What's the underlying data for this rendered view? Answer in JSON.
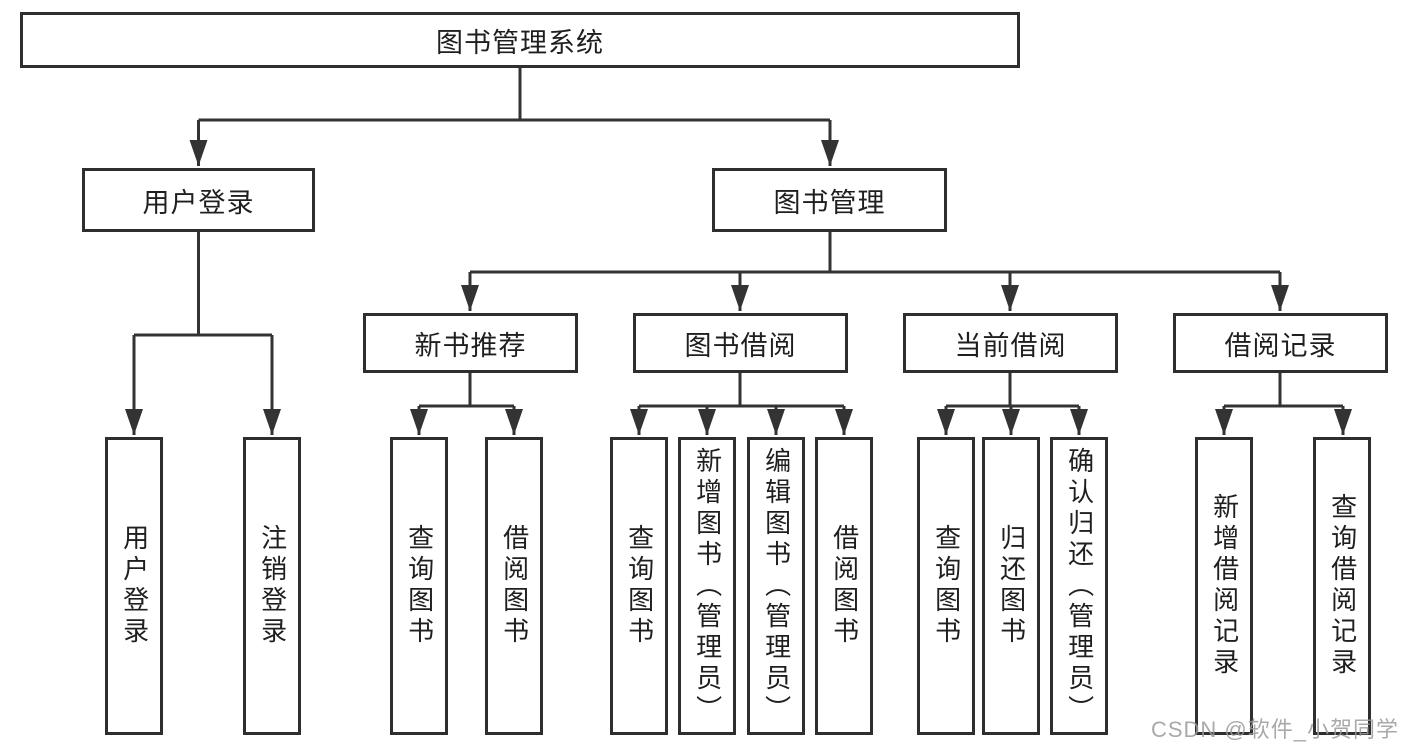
{
  "diagram": {
    "root": {
      "label": "图书管理系统"
    },
    "branches": [
      {
        "label": "用户登录",
        "children": [
          "用户登录",
          "注销登录"
        ]
      },
      {
        "label": "图书管理",
        "groups": [
          {
            "label": "新书推荐",
            "children": [
              "查询图书",
              "借阅图书"
            ]
          },
          {
            "label": "图书借阅",
            "children": [
              "查询图书",
              "新增图书（管理员）",
              "编辑图书（管理员）",
              "借阅图书"
            ]
          },
          {
            "label": "当前借阅",
            "children": [
              "查询图书",
              "归还图书",
              "确认归还（管理员）"
            ]
          },
          {
            "label": "借阅记录",
            "children": [
              "新增借阅记录",
              "查询借阅记录"
            ]
          }
        ]
      }
    ]
  },
  "watermark": {
    "text": "CSDN @软件_小贺同学"
  },
  "colors": {
    "line": "#333333",
    "box_border": "#2e2e2e",
    "text": "#1f1f1f",
    "watermark": "#9b9b9b",
    "background": "#ffffff"
  }
}
